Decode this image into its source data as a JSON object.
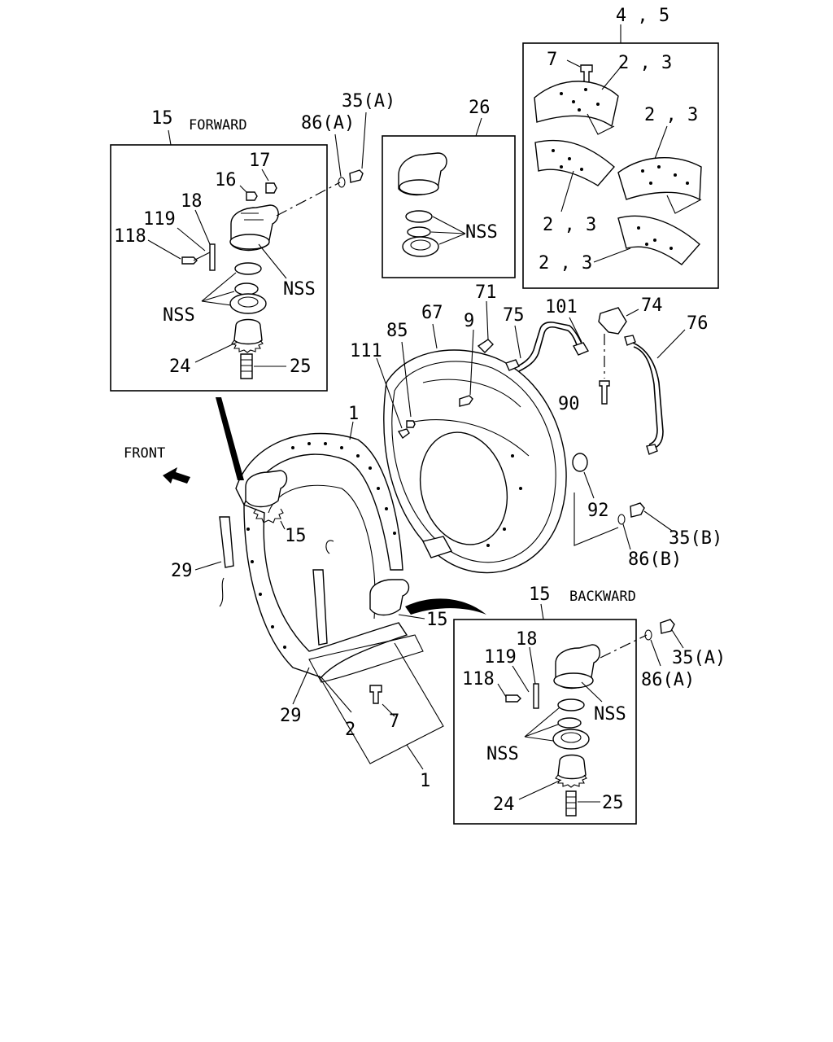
{
  "labels": {
    "forward": "FORWARD",
    "backward": "BACKWARD",
    "front": "FRONT",
    "l_4_5": "4 , 5",
    "l_7_top": "7",
    "l_23_a": "2 , 3",
    "l_23_b": "2 , 3",
    "l_23_c": "2 , 3",
    "l_23_d": "2 , 3",
    "l_15_fwd": "15",
    "l_17": "17",
    "l_16": "16",
    "l_18_fwd": "18",
    "l_119_fwd": "119",
    "l_118_fwd": "118",
    "l_nss_fwd_a": "NSS",
    "l_nss_fwd_b": "NSS",
    "l_24_fwd": "24",
    "l_25_fwd": "25",
    "l_86a_top": "86(A)",
    "l_35a_top": "35(A)",
    "l_26": "26",
    "l_nss_26": "NSS",
    "l_71": "71",
    "l_67": "67",
    "l_75": "75",
    "l_101": "101",
    "l_74": "74",
    "l_76": "76",
    "l_85": "85",
    "l_9": "9",
    "l_111": "111",
    "l_90": "90",
    "l_1_top": "1",
    "l_92": "92",
    "l_35b": "35(B)",
    "l_86b": "86(B)",
    "l_15_mid": "15",
    "l_29_left": "29",
    "l_15_lower": "15",
    "l_29_bottom": "29",
    "l_2": "2",
    "l_7_bottom": "7",
    "l_1_bottom": "1",
    "l_15_bwd": "15",
    "l_18_bwd": "18",
    "l_119_bwd": "119",
    "l_118_bwd": "118",
    "l_nss_bwd_a": "NSS",
    "l_nss_bwd_b": "NSS",
    "l_86a_bwd": "86(A)",
    "l_35a_bwd": "35(A)",
    "l_24_bwd": "24",
    "l_25_bwd": "25"
  }
}
